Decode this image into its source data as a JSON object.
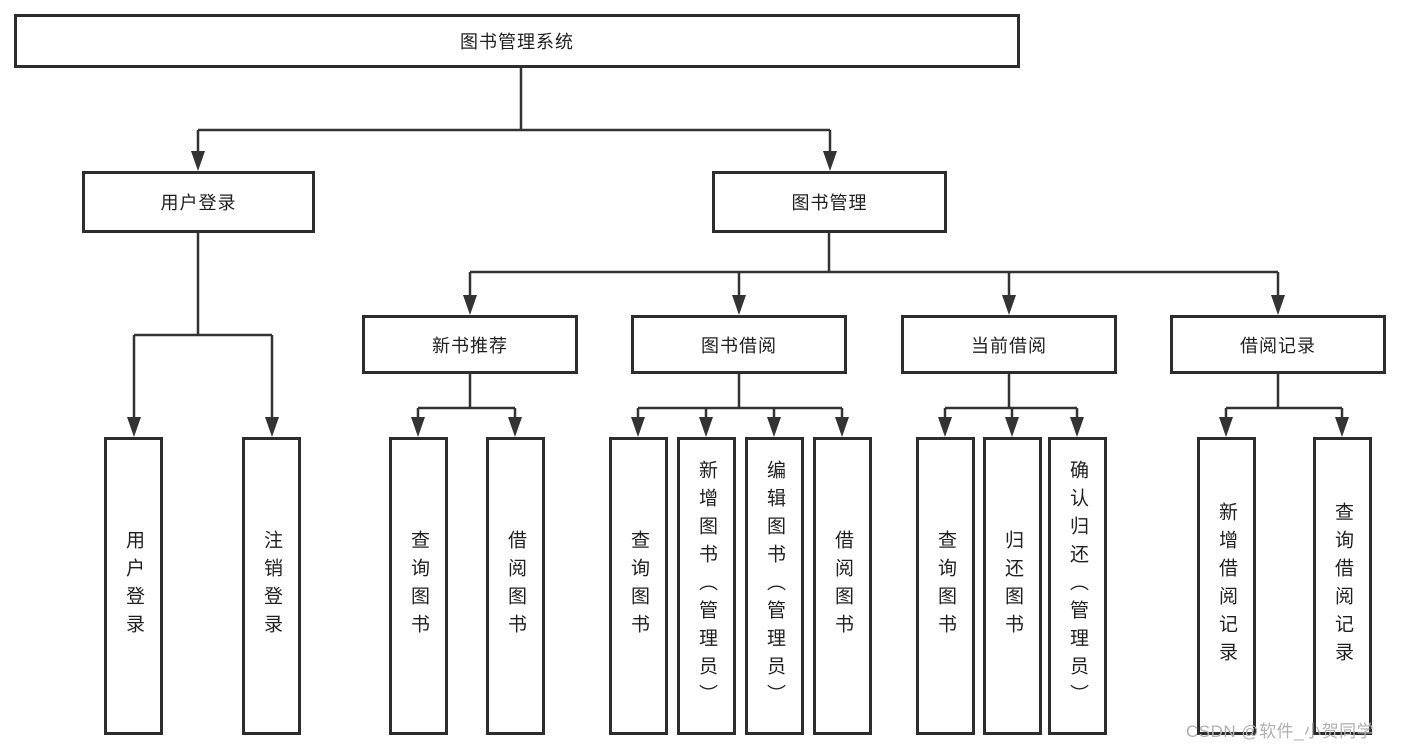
{
  "nodes": {
    "root": "图书管理系统",
    "login_branch": "用户登录",
    "management_branch": "图书管理",
    "login_children": {
      "user_login": "用户登录",
      "logout": "注销登录"
    },
    "management_children": {
      "new_book": "新书推荐",
      "borrow": "图书借阅",
      "current": "当前借阅",
      "record": "借阅记录"
    },
    "new_book_children": {
      "query": "查询图书",
      "borrow": "借阅图书"
    },
    "borrow_children": {
      "query": "查询图书",
      "add": "新增图书（管理员）",
      "edit": "编辑图书（管理员）",
      "borrow": "借阅图书"
    },
    "current_children": {
      "query": "查询图书",
      "return": "归还图书",
      "confirm": "确认归还（管理员）"
    },
    "record_children": {
      "add": "新增借阅记录",
      "query": "查询借阅记录"
    }
  },
  "watermark": "CSDN @软件_小贺同学",
  "colors": {
    "line": "#333333",
    "box_border": "#2d2d2d",
    "text": "#1f1f1f",
    "watermark": "#b0b0b0",
    "background": "#ffffff"
  }
}
